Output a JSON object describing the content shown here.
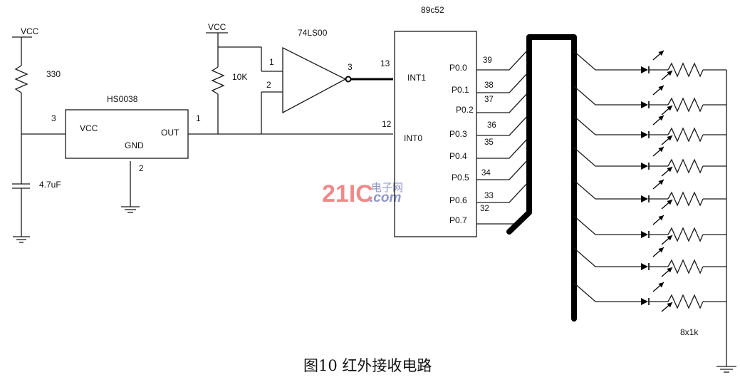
{
  "figure": {
    "caption": "图10   红外接收电路",
    "watermark": {
      "number": "21IC",
      "chinese": "电子网",
      "domain": ".com",
      "colors": {
        "number": "#f08a8a",
        "text": "#8f96c8"
      }
    }
  },
  "power_labels": {
    "vcc_left": "VCC",
    "vcc_mid": "VCC"
  },
  "components": {
    "r_pullup_left": {
      "value": "330"
    },
    "capacitor": {
      "value": "4.7uF"
    },
    "ir_receiver": {
      "name": "HS0038",
      "pins": {
        "vcc": "VCC",
        "gnd": "GND",
        "out": "OUT"
      },
      "pin_numbers": {
        "vcc": "3",
        "gnd": "2",
        "out": "1"
      }
    },
    "r_pullup_mid": {
      "value": "10K"
    },
    "gate": {
      "name": "74LS00",
      "pin_numbers": {
        "in1": "1",
        "in2": "2",
        "out": "3"
      }
    },
    "mcu": {
      "name": "89c52",
      "inputs": [
        {
          "label": "INT1",
          "pin": "13"
        },
        {
          "label": "INT0",
          "pin": "12"
        }
      ],
      "ports": [
        {
          "label": "P0.0",
          "pin": "39"
        },
        {
          "label": "P0.1",
          "pin": "38"
        },
        {
          "label": "P0.2",
          "pin": "37"
        },
        {
          "label": "P0.3",
          "pin": "36"
        },
        {
          "label": "P0.4",
          "pin": "35"
        },
        {
          "label": "P0.5",
          "pin": "34"
        },
        {
          "label": "P0.6",
          "pin": "33"
        },
        {
          "label": "P0.7",
          "pin": "32"
        }
      ]
    },
    "led_array": {
      "count": 8,
      "resistor_value": "8x1k"
    }
  }
}
